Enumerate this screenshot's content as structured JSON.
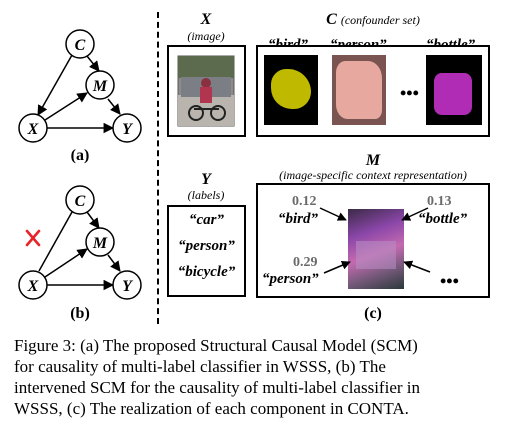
{
  "diagram_a": {
    "nodes": {
      "c": "C",
      "m": "M",
      "x": "X",
      "y": "Y"
    },
    "label": "(a)"
  },
  "diagram_b": {
    "nodes": {
      "c": "C",
      "m": "M",
      "x": "X",
      "y": "Y"
    },
    "label": "(b)"
  },
  "panel_c": {
    "x_box": {
      "title": "X",
      "subtitle": "(image)"
    },
    "c_box": {
      "title": "C",
      "subtitle": "(confounder set)",
      "items": [
        "“bird”",
        "“person”",
        "“bottle”"
      ],
      "ellipsis": "•••"
    },
    "y_box": {
      "title": "Y",
      "subtitle": "(labels)",
      "labels": [
        "“car”",
        "“person”",
        "“bicycle”"
      ]
    },
    "m_box": {
      "title": "M",
      "subtitle": "(image-specific context representation)",
      "entries": [
        {
          "value": "0.12",
          "label": "“bird”"
        },
        {
          "value": "0.13",
          "label": "“bottle”"
        },
        {
          "value": "0.29",
          "label": "“person”"
        }
      ],
      "ellipsis": "•••"
    },
    "label": "(c)"
  },
  "caption": [
    "Figure 3: (a) The proposed Structural Causal Model (SCM)",
    "for causality of multi-label classifier in WSSS, (b) The",
    "intervened SCM for the causality of multi-label classifier in",
    "WSSS, (c) The realization of each component in CONTA."
  ],
  "colors": {
    "intervention_mark": "#e8232a",
    "bird_mask": "#c9c400",
    "person_mask": "#e7a8a0",
    "bottle_mask": "#b02cb5"
  }
}
